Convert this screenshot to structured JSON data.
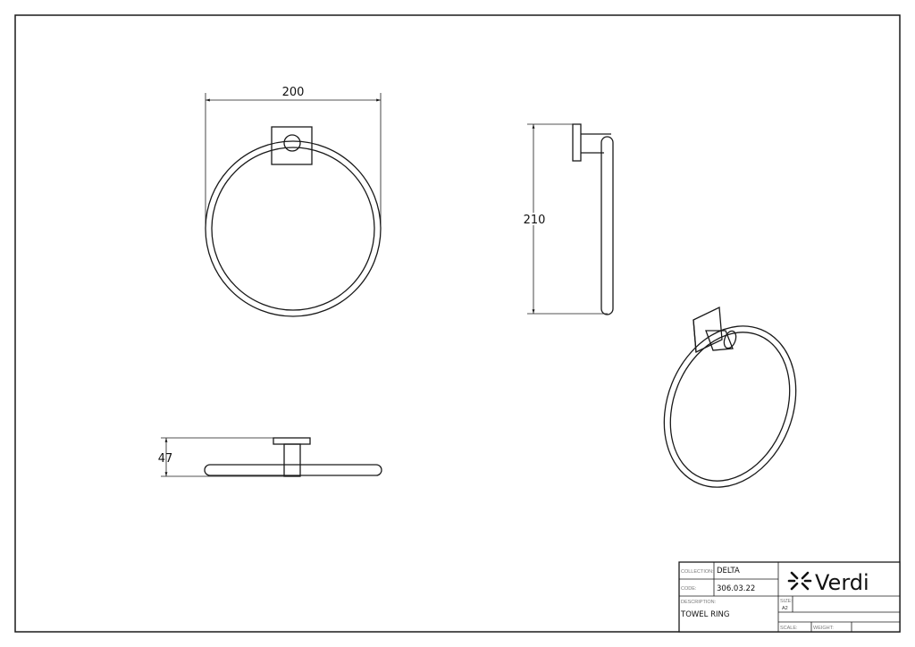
{
  "dimensions": {
    "width": "200",
    "height": "210",
    "depth": "47"
  },
  "title_block": {
    "collection_label": "COLLECTION:",
    "collection_value": "DELTA",
    "code_label": "CODE:",
    "code_value": "306.03.22",
    "description_label": "DESCRIPTION:",
    "description_value": "TOWEL RING",
    "size_label": "SIZE:",
    "size_value": "A2",
    "scale_label": "SCALE:",
    "weight_label": "WEIGHT:",
    "brand": "Verdi"
  },
  "colors": {
    "line": "#1a1a1a",
    "background": "#ffffff"
  }
}
